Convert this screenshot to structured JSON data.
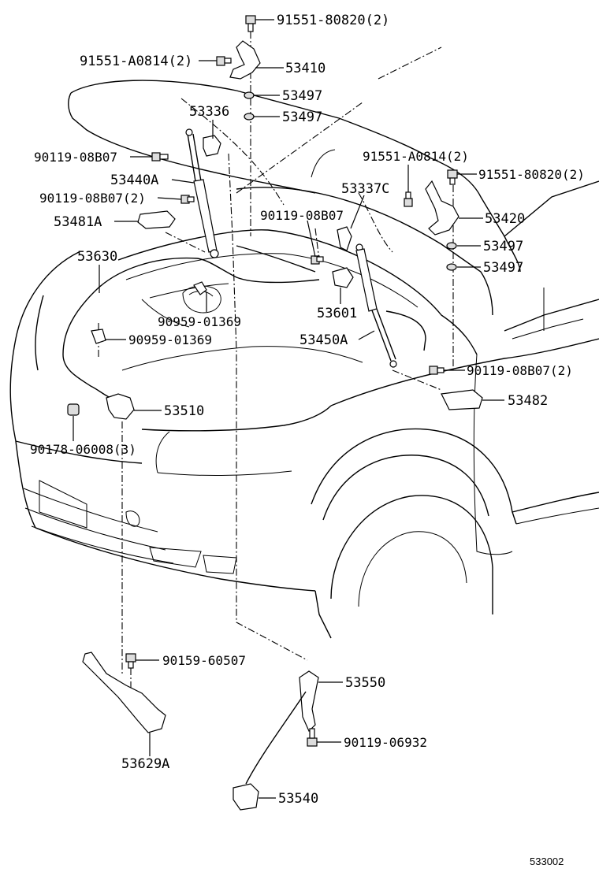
{
  "diagram_code": "533002",
  "labels": [
    {
      "id": "p1",
      "text": "91551-80820(2)"
    },
    {
      "id": "p2",
      "text": "91551-A0814(2)"
    },
    {
      "id": "p3",
      "text": "53410"
    },
    {
      "id": "p4",
      "text": "53497"
    },
    {
      "id": "p5",
      "text": "53497"
    },
    {
      "id": "p6",
      "text": "53336"
    },
    {
      "id": "p7",
      "text": "90119-08B07"
    },
    {
      "id": "p8",
      "text": "53440A"
    },
    {
      "id": "p9",
      "text": "90119-08B07(2)"
    },
    {
      "id": "p10",
      "text": "53481A"
    },
    {
      "id": "p11",
      "text": "91551-A0814(2)"
    },
    {
      "id": "p12",
      "text": "91551-80820(2)"
    },
    {
      "id": "p13",
      "text": "53337C"
    },
    {
      "id": "p14",
      "text": "90119-08B07"
    },
    {
      "id": "p15",
      "text": "53420"
    },
    {
      "id": "p16",
      "text": "53497"
    },
    {
      "id": "p17",
      "text": "53497"
    },
    {
      "id": "p18",
      "text": "53630"
    },
    {
      "id": "p19",
      "text": "53601"
    },
    {
      "id": "p20",
      "text": "90959-01369"
    },
    {
      "id": "p21",
      "text": "90959-01369"
    },
    {
      "id": "p22",
      "text": "53450A"
    },
    {
      "id": "p23",
      "text": "90119-08B07(2)"
    },
    {
      "id": "p24",
      "text": "53482"
    },
    {
      "id": "p25",
      "text": "53510"
    },
    {
      "id": "p26",
      "text": "90178-06008(3)"
    },
    {
      "id": "p27",
      "text": "90159-60507"
    },
    {
      "id": "p28",
      "text": "53550"
    },
    {
      "id": "p29",
      "text": "90119-06932"
    },
    {
      "id": "p30",
      "text": "53629A"
    },
    {
      "id": "p31",
      "text": "53540"
    }
  ]
}
